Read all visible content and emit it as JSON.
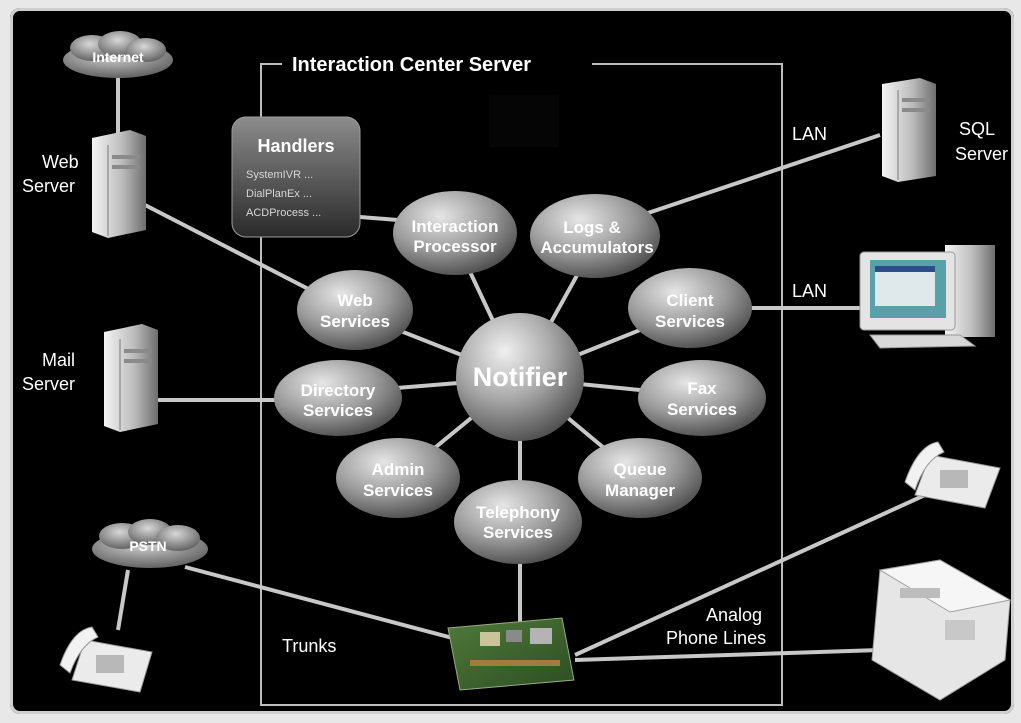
{
  "title": "Interaction Center Server",
  "handlers": {
    "title": "Handlers",
    "items": [
      "SystemIVR ...",
      "DialPlanEx ...",
      "ACDProcess ..."
    ]
  },
  "core": {
    "notifier": "Notifier",
    "services": [
      {
        "id": "interaction-processor",
        "lines": [
          "Interaction",
          "Processor"
        ]
      },
      {
        "id": "logs-accumulators",
        "lines": [
          "Logs &",
          "Accumulators"
        ]
      },
      {
        "id": "web-services",
        "lines": [
          "Web",
          "Services"
        ]
      },
      {
        "id": "client-services",
        "lines": [
          "Client",
          "Services"
        ]
      },
      {
        "id": "directory-services",
        "lines": [
          "Directory",
          "Services"
        ]
      },
      {
        "id": "fax-services",
        "lines": [
          "Fax",
          "Services"
        ]
      },
      {
        "id": "admin-services",
        "lines": [
          "Admin",
          "Services"
        ]
      },
      {
        "id": "queue-manager",
        "lines": [
          "Queue",
          "Manager"
        ]
      },
      {
        "id": "telephony-services",
        "lines": [
          "Telephony",
          "Services"
        ]
      }
    ]
  },
  "external": {
    "internet": "Internet",
    "pstn": "PSTN",
    "web_server": [
      "Web",
      "Server"
    ],
    "mail_server": [
      "Mail",
      "Server"
    ],
    "sql_server": [
      "SQL",
      "Server"
    ],
    "lan_top": "LAN",
    "lan_client": "LAN",
    "trunks": "Trunks",
    "analog": [
      "Analog",
      "Phone Lines"
    ]
  },
  "colors": {
    "background": "#000000",
    "line": "#c8c8c8",
    "node_light": "#dcdcdc",
    "node_dark": "#5c5c5c"
  }
}
